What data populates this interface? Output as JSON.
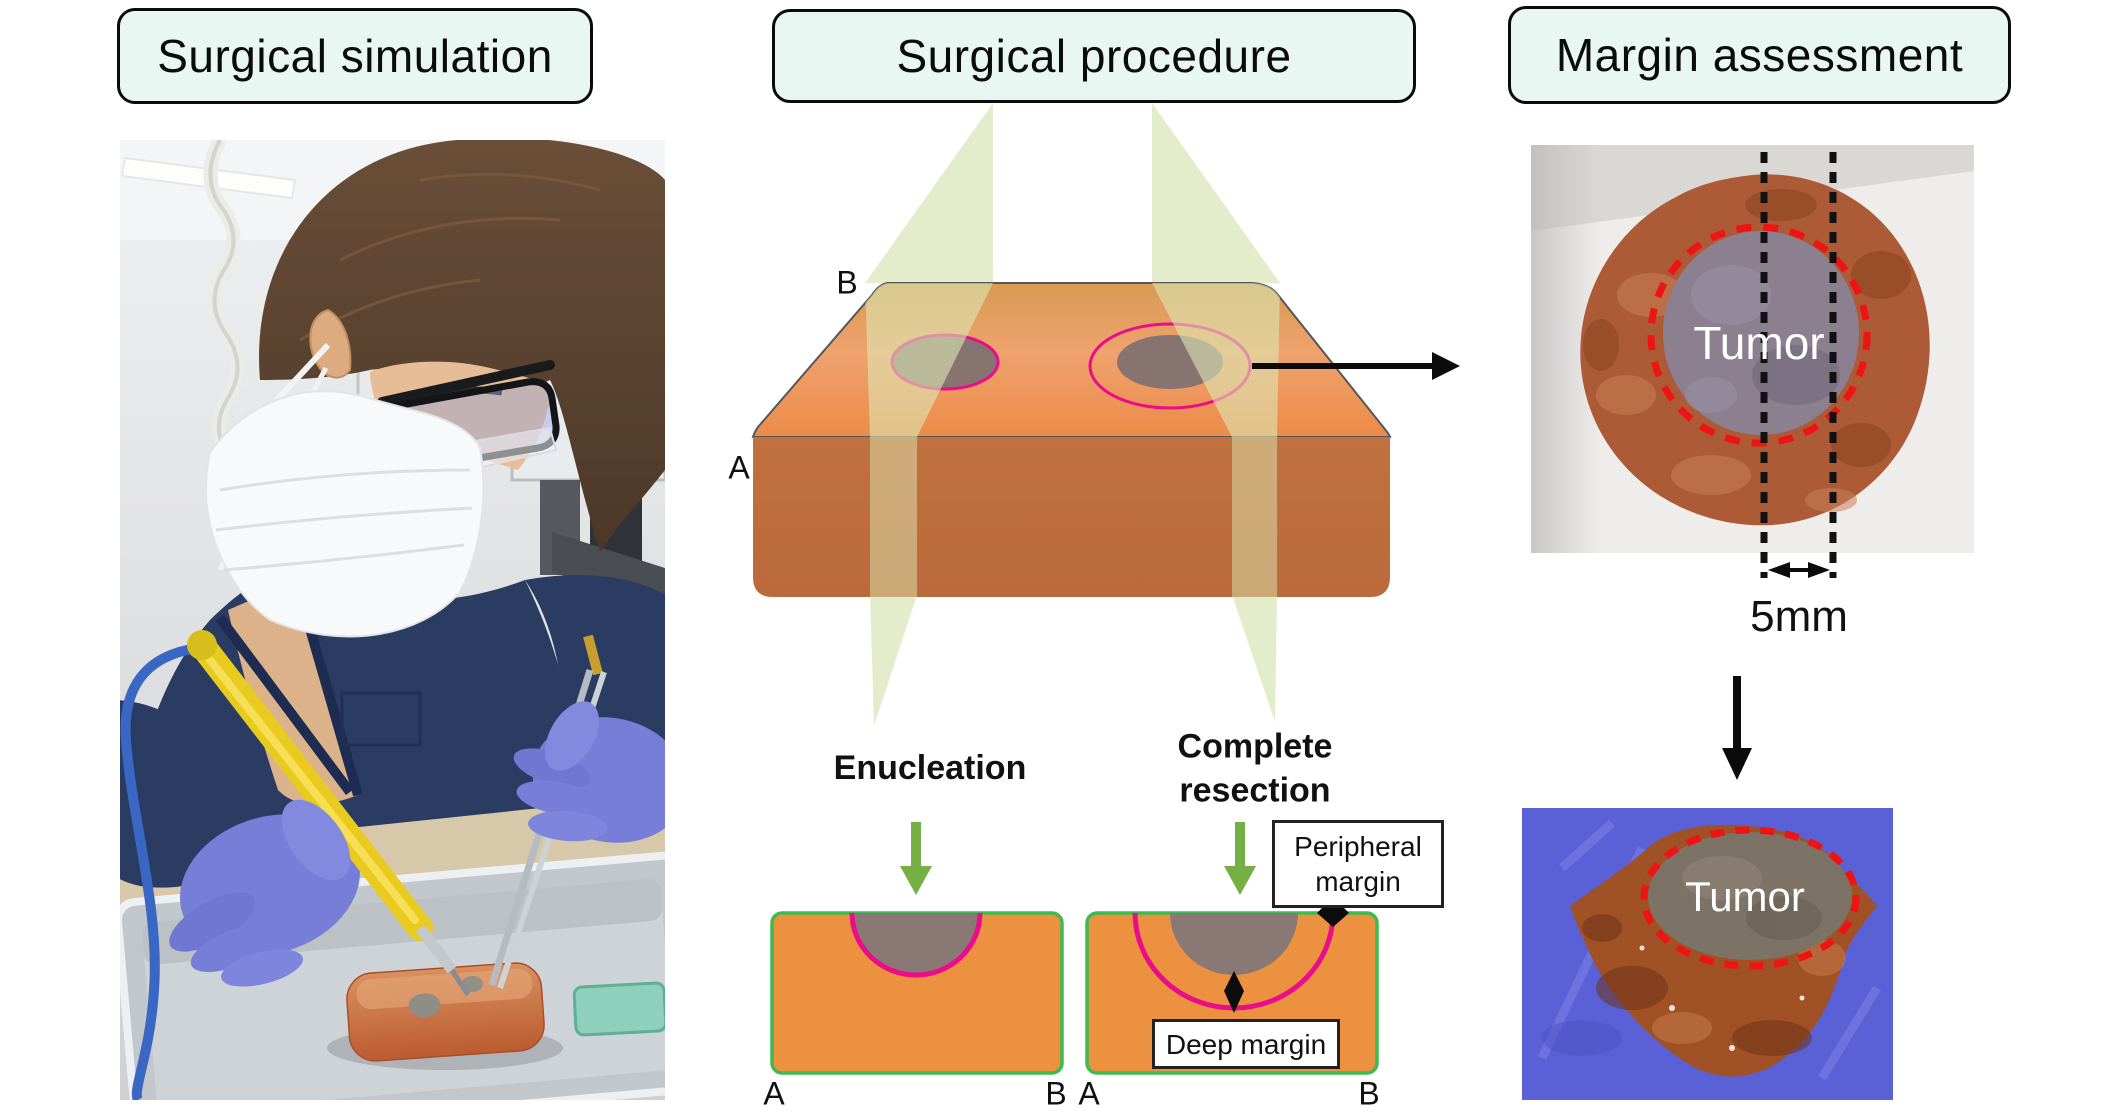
{
  "panels": {
    "simulation": {
      "title": "Surgical simulation"
    },
    "procedure": {
      "title": "Surgical procedure",
      "block": {
        "front_label": "A",
        "top_label": "B"
      },
      "enucleation": {
        "title": "Enucleation",
        "corner_left": "A",
        "corner_right": "B"
      },
      "complete_resection": {
        "title": "Complete resection",
        "corner_left": "A",
        "corner_right": "B"
      },
      "annotations": {
        "peripheral": "Peripheral margin",
        "deep": "Deep margin"
      }
    },
    "margin_assessment": {
      "title": "Margin assessment",
      "cross_section_label": "Tumor",
      "slice_label": "Tumor",
      "slice_thickness": "5mm"
    }
  },
  "icons": {
    "right_arrow": "black right arrow from encircled tumor to margin photo",
    "down_arrow": "black down arrow from 5mm slice to sliced specimen photo",
    "double_arrow": "horizontal double-headed arrow marking slice width",
    "green_down_arrows": "green arrows pointing to resection cross-sections",
    "cut_planes": "pale green vertical cutting planes through phantom block",
    "diamond_markers": "black diamond markers for peripheral and deep margins",
    "red_dotted_outline": "red dotted tumor boundary on specimen photos",
    "black_dotted_lines": "black dotted slice lines on specimen photo"
  },
  "colors": {
    "header_fill": "#e9f7f3",
    "block_top": "#efa26d",
    "block_front": "#c1703f",
    "cross_orange": "#ec9140",
    "cross_border_green": "#3dbb4e",
    "tumor_gray": "#877370",
    "pink_margin": "#ea0c8a",
    "beam_green": "#e3edcc",
    "arrow_green": "#74b044",
    "red_dotted": "#ee1414",
    "photo_blue": "#5a61d6",
    "glove_blue": "#767ed8",
    "scrub_navy": "#2b3c63",
    "pen_yellow": "#e9cb20"
  }
}
